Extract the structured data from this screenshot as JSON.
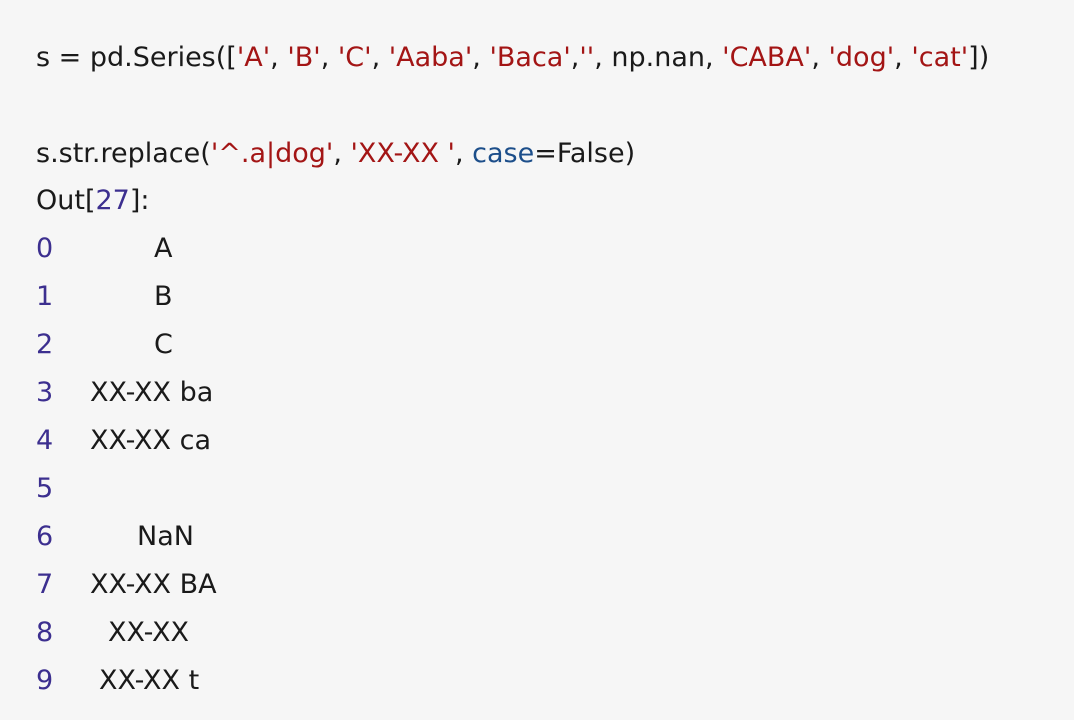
{
  "code": {
    "line1": {
      "prefix": "s = pd.Series([",
      "items": [
        "'A'",
        ", ",
        "'B'",
        ", ",
        "'C'",
        ", ",
        "'Aaba'",
        ", ",
        "'Baca'",
        ",",
        "''",
        ", np.nan, ",
        "'CABA'",
        ", ",
        "'dog'",
        ", ",
        "'cat'"
      ],
      "suffix": "])"
    },
    "line2": {
      "prefix": "s.str.replace(",
      "arg1": "'^.a|dog'",
      "sep1": ", ",
      "arg2": "'XX-XX '",
      "sep2": ", ",
      "kwname": "case",
      "kwrest": "=False)"
    },
    "out_label": "Out[",
    "out_num": "27",
    "out_end": "]:"
  },
  "output": {
    "rows": [
      {
        "index": "0",
        "value": "A"
      },
      {
        "index": "1",
        "value": "B"
      },
      {
        "index": "2",
        "value": "C"
      },
      {
        "index": "3",
        "value": "XX-XX ba"
      },
      {
        "index": "4",
        "value": "XX-XX ca"
      },
      {
        "index": "5",
        "value": ""
      },
      {
        "index": "6",
        "value": "NaN"
      },
      {
        "index": "7",
        "value": "XX-XX BA"
      },
      {
        "index": "8",
        "value": "XX-XX"
      },
      {
        "index": "9",
        "value": "XX-XX t"
      }
    ]
  }
}
